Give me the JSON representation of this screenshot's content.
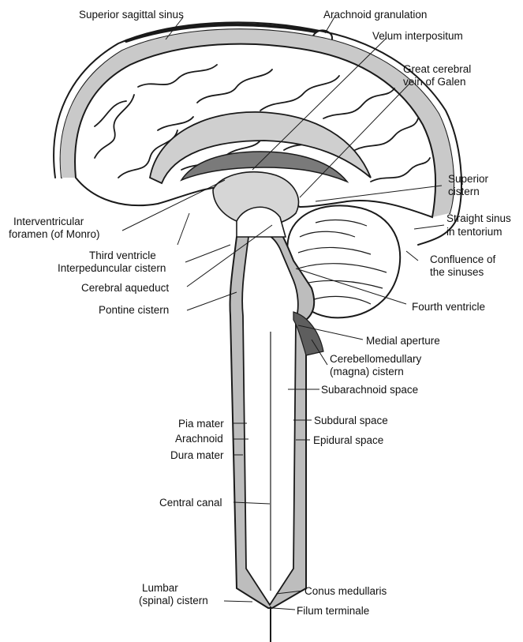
{
  "labels": {
    "superior_sagittal_sinus": "Superior sagittal sinus",
    "arachnoid_granulation": "Arachnoid granulation",
    "velum_interpositum": "Velum interpositum",
    "great_cerebral_vein_line1": "Great cerebral",
    "great_cerebral_vein_line2": "vein of Galen",
    "superior_cistern_line1": "Superior",
    "superior_cistern_line2": "cistern",
    "straight_sinus_line1": "Straight sinus",
    "straight_sinus_line2": "in tentorium",
    "confluence_line1": "Confluence of",
    "confluence_line2": "the sinuses",
    "fourth_ventricle": "Fourth ventricle",
    "medial_aperture": "Medial aperture",
    "cerebellomedullary_line1": "Cerebellomedullary",
    "cerebellomedullary_line2": "(magna) cistern",
    "subarachnoid_space": "Subarachnoid space",
    "subdural_space": "Subdural space",
    "epidural_space": "Epidural space",
    "interventricular_line1": "Interventricular",
    "interventricular_line2": "foramen (of Monro)",
    "third_ventricle": "Third ventricle",
    "interpeduncular_cistern": "Interpeduncular cistern",
    "cerebral_aqueduct": "Cerebral aqueduct",
    "pontine_cistern": "Pontine cistern",
    "pia_mater": "Pia mater",
    "arachnoid": "Arachnoid",
    "dura_mater": "Dura mater",
    "central_canal": "Central canal",
    "lumbar_cistern_line1": "Lumbar",
    "lumbar_cistern_line2": "(spinal) cistern",
    "conus_medullaris": "Conus medullaris",
    "filum_terminale": "Filum terminale"
  },
  "colors": {
    "ink": "#1a1a1a",
    "csf_gray": "#bdbdbd",
    "dark_space": "#6e6e6e",
    "tissue": "#ffffff"
  }
}
